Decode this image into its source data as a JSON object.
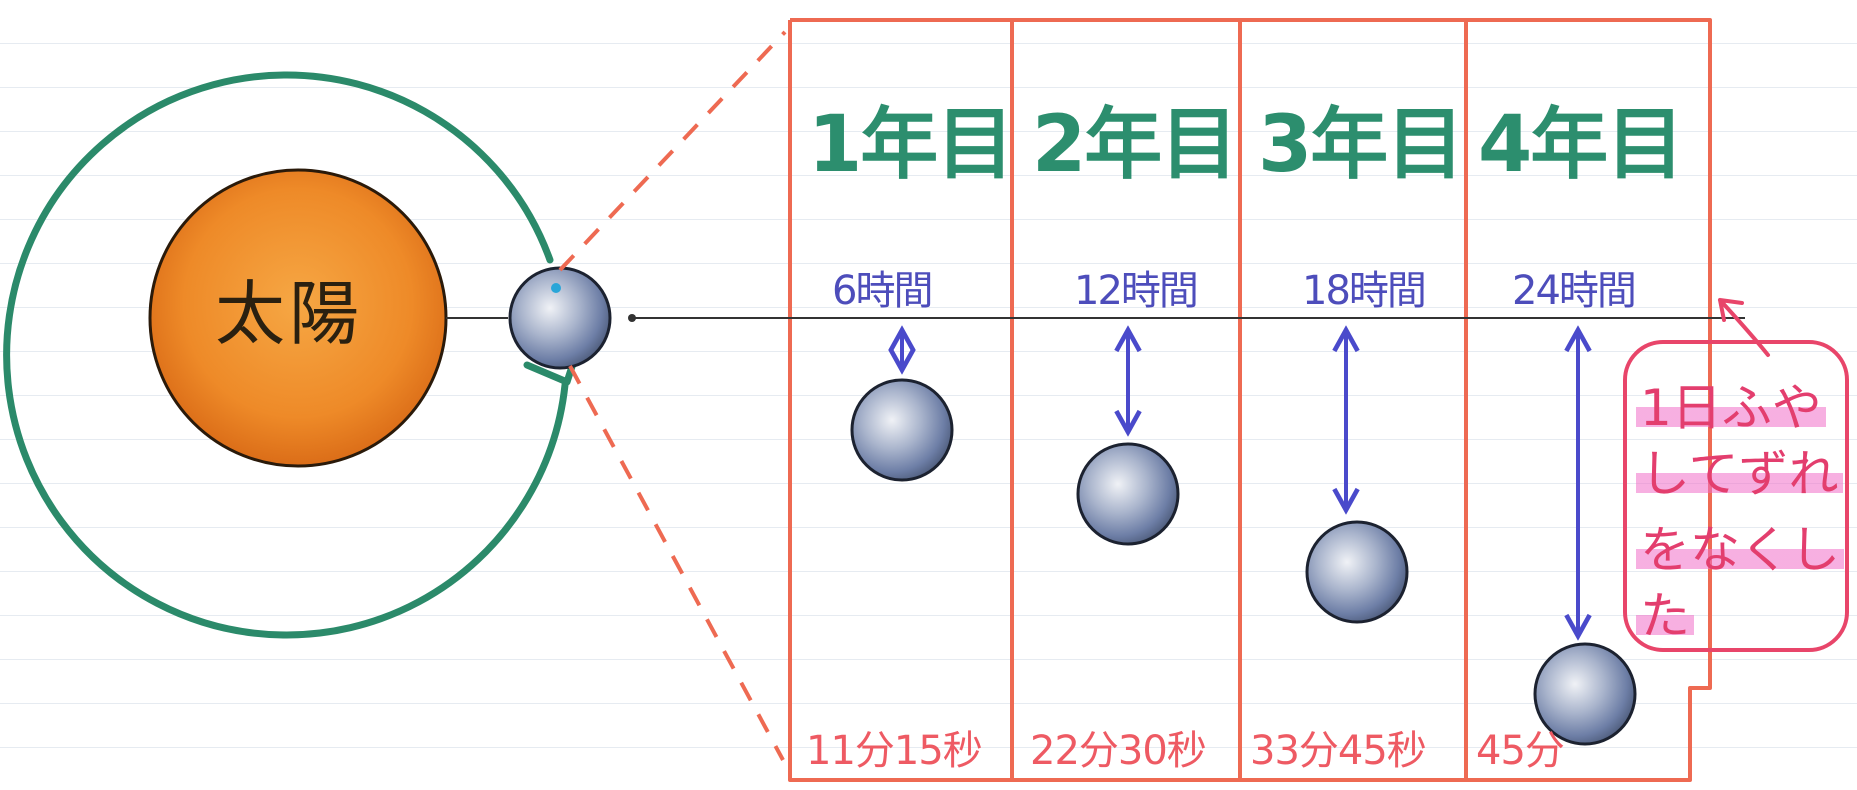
{
  "sun": {
    "label": "太陽"
  },
  "years": [
    {
      "label": "1年目",
      "hours": "6時間",
      "delay": "11分15秒"
    },
    {
      "label": "2年目",
      "hours": "12時間",
      "delay": "22分30秒"
    },
    {
      "label": "3年目",
      "hours": "18時間",
      "delay": "33分45秒"
    },
    {
      "label": "4年目",
      "hours": "24時間",
      "delay": "45分"
    }
  ],
  "note": {
    "lines": [
      "1日ふや",
      "してずれ",
      "をなくし",
      "た"
    ]
  },
  "colors": {
    "orbit": "#2b8a6a",
    "frame": "#ee6a52",
    "arrow": "#4a4acb",
    "sun": "#ee8f2a",
    "highlight": "#f07ac8"
  }
}
